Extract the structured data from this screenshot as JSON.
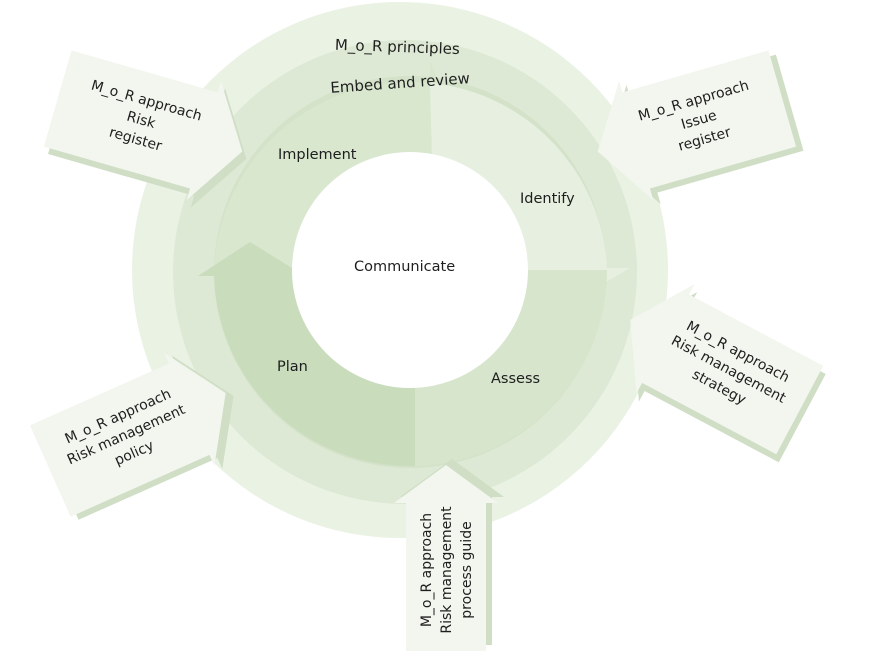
{
  "outer_ring": {
    "principles_label": "M_o_R principles",
    "embed_label": "Embed and review"
  },
  "cycle": {
    "center_label": "Communicate",
    "steps": {
      "implement": "Implement",
      "identify": "Identify",
      "assess": "Assess",
      "plan": "Plan"
    }
  },
  "callouts": {
    "risk_register": [
      "M_o_R approach",
      "Risk",
      "register"
    ],
    "issue_register": [
      "M_o_R approach",
      "Issue",
      "register"
    ],
    "strategy": [
      "M_o_R approach",
      "Risk management",
      "strategy"
    ],
    "process_guide": [
      "M_o_R approach",
      "Risk management",
      "process guide"
    ],
    "policy": [
      "M_o_R approach",
      "Risk management",
      "policy"
    ]
  },
  "colors": {
    "outer_ring": "#eaf2e4",
    "middle_ring": "#dde9d4",
    "inner_ring": "#d3e2c9",
    "arrow_light": "#e9f1e2",
    "arrow_mid": "#d8e6ce",
    "arrow_dark": "#c9dcbc",
    "callout_fill": "#f2f6ee",
    "callout_shadow": "#cfdec5"
  }
}
